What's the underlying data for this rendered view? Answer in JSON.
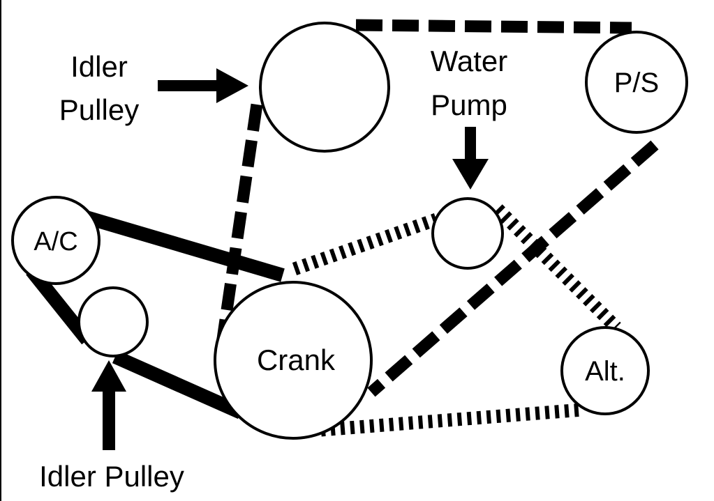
{
  "labels": {
    "idler_top_line1": "Idler",
    "idler_top_line2": "Pulley",
    "water_line1": "Water",
    "water_line2": "Pump",
    "ps": "P/S",
    "ac": "A/C",
    "crank": "Crank",
    "alt": "Alt.",
    "idler_bottom": "Idler Pulley"
  },
  "colors": {
    "ink": "#000000",
    "paper": "#ffffff"
  }
}
